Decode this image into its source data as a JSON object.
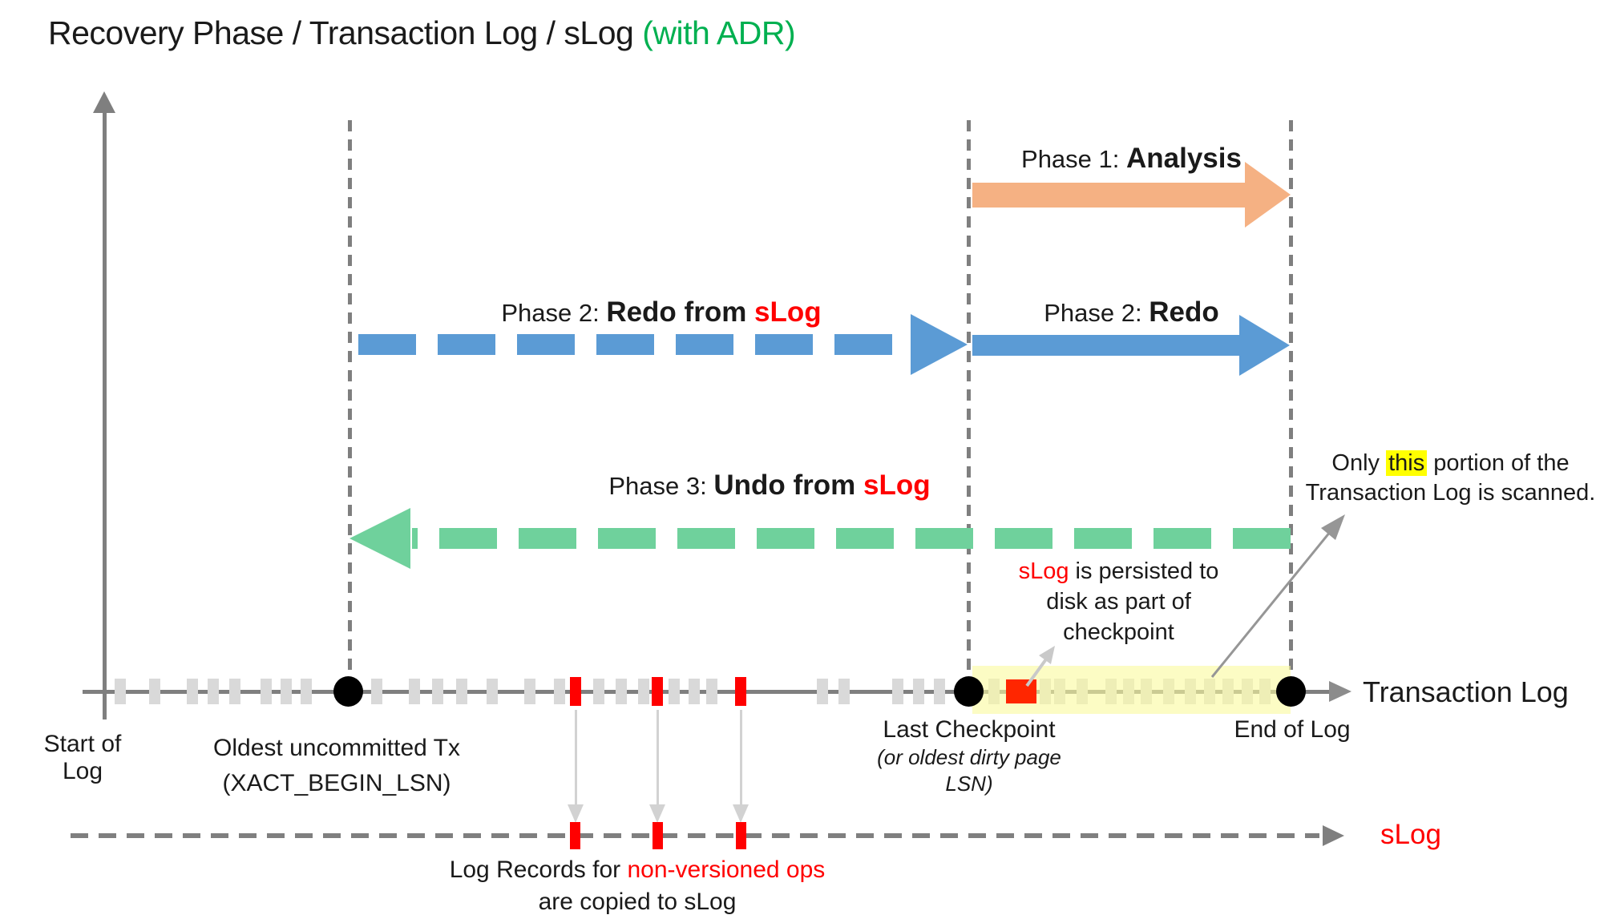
{
  "title": {
    "main": "Recovery Phase / Transaction Log / sLog ",
    "adr": "(with ADR)"
  },
  "phases": {
    "p1": {
      "prefix": "Phase 1: ",
      "bold": "Analysis"
    },
    "p2slog": {
      "prefix": "Phase 2: ",
      "bold": "Redo from ",
      "red": "sLog"
    },
    "p2": {
      "prefix": "Phase 2: ",
      "bold": "Redo"
    },
    "p3": {
      "prefix": "Phase 3: ",
      "bold": "Undo from ",
      "red": "sLog"
    }
  },
  "annotations": {
    "scan_note": {
      "pre": "Only ",
      "highlight": "this",
      "post": " portion of the",
      "line2": "Transaction Log is scanned."
    },
    "persist_note": {
      "red": "sLog",
      "line1rest": " is persisted to",
      "line2": "disk as part of",
      "line3": "checkpoint"
    },
    "copy_note": {
      "line1_black": "Log Records for ",
      "line1_red": "non-versioned ops",
      "line2": "are copied to sLog"
    }
  },
  "timeline": {
    "axis_label": "Transaction Log",
    "start_label": "Start of Log",
    "oldest_label_line1": "Oldest uncommitted Tx",
    "oldest_label_line2": "(XACT_BEGIN_LSN)",
    "checkpoint_label_line1": "Last Checkpoint",
    "checkpoint_label_line2": "(or oldest dirty page",
    "checkpoint_label_line3": "LSN)",
    "end_label": "End of Log",
    "gray_tick_xs": [
      150,
      193,
      240,
      266,
      293,
      332,
      357,
      382,
      470,
      517,
      546,
      576,
      614,
      661,
      698,
      747,
      775,
      803,
      841,
      866,
      888,
      1026,
      1053,
      1120,
      1146,
      1172,
      1240,
      1304,
      1322,
      1350,
      1386,
      1408,
      1430,
      1458,
      1485,
      1509,
      1532,
      1556,
      1578
    ],
    "red_tick_xs": [
      718,
      820,
      924
    ],
    "dot_xs": [
      434,
      1208,
      1610
    ],
    "dashed_line_xs": [
      436,
      1208,
      1610
    ]
  },
  "slog": {
    "label": "sLog",
    "red_tick_xs": [
      717,
      820,
      924
    ]
  },
  "colors": {
    "orange": "#F5B183",
    "blue": "#5B9BD5",
    "green": "#6FD19C",
    "green-text": "#00B050",
    "red": "#FF0000",
    "red-square": "#FF2600",
    "yellow-band": "rgba(250,250,160,0.62)",
    "highlight": "#FFFF00",
    "gray-line": "#7F7F7F",
    "tick-gray": "#D9D9D9",
    "arrow-lightgray": "#D2D2D2",
    "anno-gray": "#969696",
    "anno-lightgray": "#C9C9C9"
  }
}
